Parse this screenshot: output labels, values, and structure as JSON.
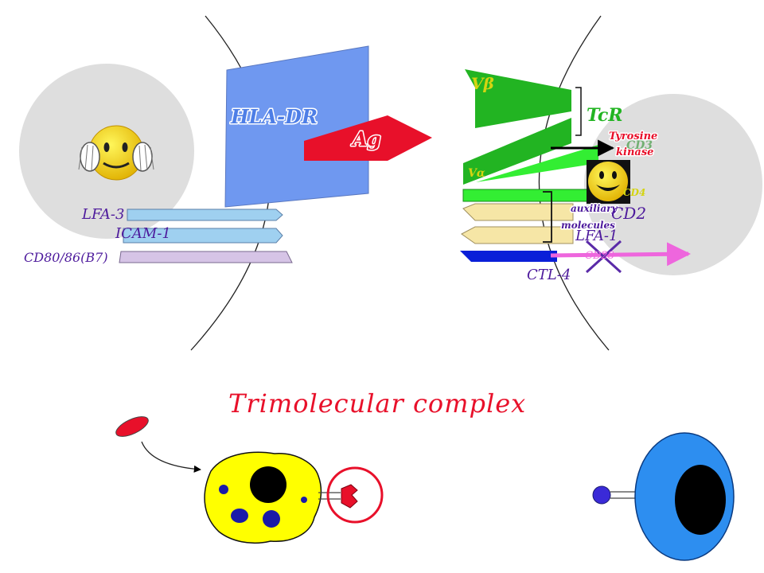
{
  "labels": {
    "hla_dr": "HLA-DR",
    "ag": "Ag",
    "v_beta": "Vβ",
    "v_alpha": "Vα",
    "tcr": "TcR",
    "tyrosine": "Tyrosine",
    "kinase": "kinase",
    "cd3": "CD3",
    "cd4": "CD4",
    "cd2": "CD2",
    "auxiliary": "auxiliary",
    "molecules": "molecules",
    "lfa1": "LFA-1",
    "cd28": "CD28",
    "ctl4": "CTL-4",
    "lfa3": "LFA-3",
    "icam1": "ICAM-1",
    "cd80": "CD80/86(B7)",
    "title": "Trimolecular complex"
  },
  "colors": {
    "hla_blue": "#6f98f0",
    "ag_red": "#e8102a",
    "tcr_green": "#22b422",
    "bright_green": "#33ee33",
    "lavender": "#d6c4e6",
    "bar_blue": "#9fd0f0",
    "bar_yellow": "#f6e6a6",
    "ctl_blue": "#0a1fd8",
    "cd28_pink": "#ee66dd",
    "label_purple": "#4d1a9c",
    "yellow_cell": "#ffff00",
    "navy": "#1a1aa8",
    "blue_cell": "#2d8ef0"
  },
  "icons": {
    "left_face": "worried-smiley-icon",
    "right_face": "happy-smiley-icon"
  }
}
